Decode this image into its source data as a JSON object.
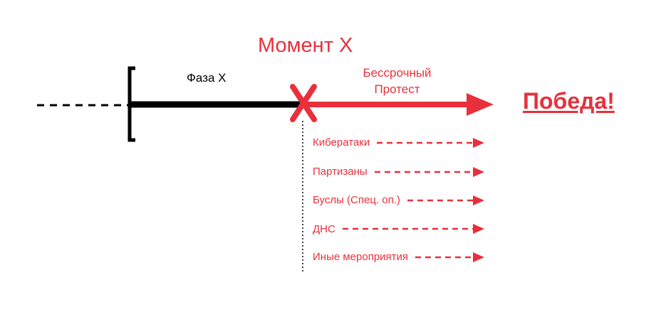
{
  "title": "Момент X",
  "phase_label": "Фаза X",
  "protest_label": "Бессрочный Протест",
  "victory_label": "Победа!",
  "branches": [
    {
      "label": "Кибератаки"
    },
    {
      "label": "Партизаны"
    },
    {
      "label": "Буслы (Спец. оп.)"
    },
    {
      "label": "ДНС"
    },
    {
      "label": "Иные мероприятия"
    }
  ],
  "colors": {
    "accent": "#e8303d",
    "timeline": "#000000"
  }
}
